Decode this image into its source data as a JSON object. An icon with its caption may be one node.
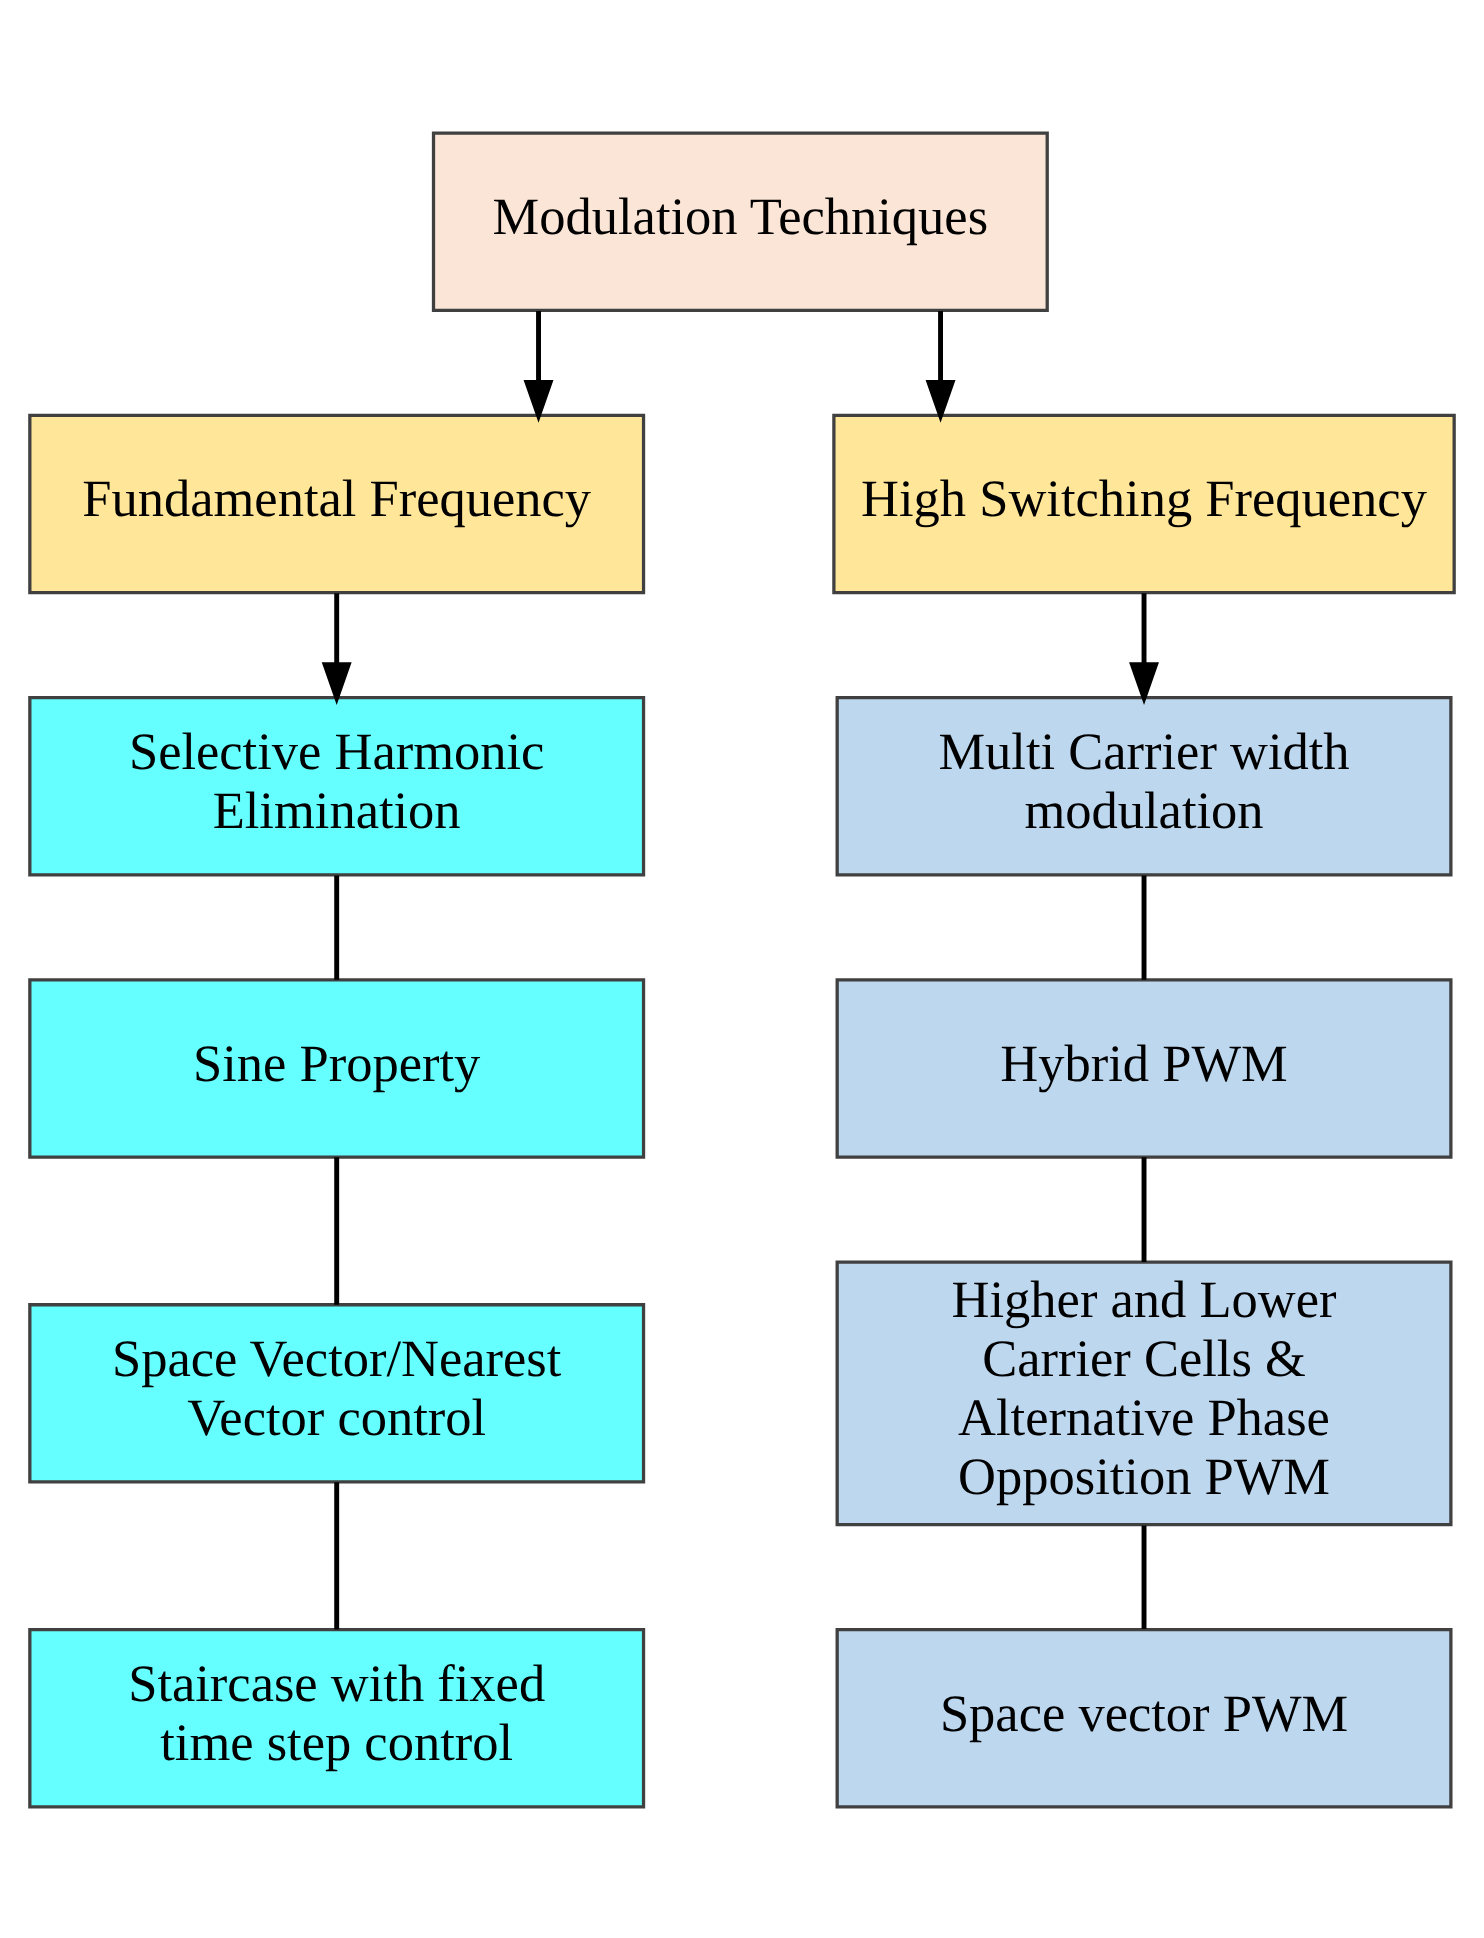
{
  "diagram": {
    "nodes": [
      {
        "text": [
          "Modulation Techniques"
        ]
      },
      {
        "text": [
          "Fundamental Frequency"
        ]
      },
      {
        "text": [
          "High Switching Frequency"
        ]
      },
      {
        "text": [
          "Selective Harmonic Elimination"
        ]
      },
      {
        "text": [
          "Sine Property"
        ]
      },
      {
        "text": [
          "Space Vector/Nearest Vector control"
        ]
      },
      {
        "text": [
          "Staircase with fixed time step control"
        ]
      },
      {
        "text": [
          "Multi Carrier width modulation"
        ]
      },
      {
        "text": [
          "Hybrid PWM"
        ]
      },
      {
        "text": [
          "Higher and Lower Carrier Cells & Alternative Phase Opposition PWM"
        ]
      },
      {
        "text": [
          "Space vector PWM"
        ]
      }
    ],
    "edges": [
      {
        "from": 0,
        "to": 1,
        "arrow": "to"
      },
      {
        "from": 0,
        "to": 2,
        "arrow": "to"
      },
      {
        "from": 1,
        "to": 3,
        "arrow": "to"
      },
      {
        "from": 2,
        "to": 7,
        "arrow": "to"
      },
      {
        "from": 3,
        "to": 4,
        "arrow": "none"
      },
      {
        "from": 4,
        "to": 5,
        "arrow": "none"
      },
      {
        "from": 5,
        "to": 6,
        "arrow": "none"
      },
      {
        "from": 7,
        "to": 8,
        "arrow": "none"
      },
      {
        "from": 8,
        "to": 9,
        "arrow": "none"
      },
      {
        "from": 9,
        "to": 10,
        "arrow": "none"
      }
    ]
  }
}
